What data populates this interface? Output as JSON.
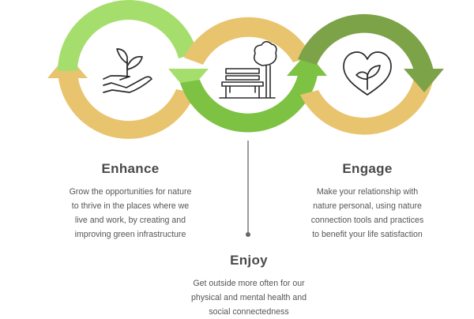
{
  "colors": {
    "yellow": "#E9C46E",
    "light_green": "#A6DE6E",
    "green": "#7DC242",
    "dark_green": "#7DA349",
    "icon": "#2b2b2b",
    "connector": "#666666"
  },
  "icons": [
    "plant-hand-icon",
    "park-bench-tree-icon",
    "heart-leaf-icon"
  ],
  "sections": [
    {
      "title": "Enhance",
      "lines": [
        "Grow the opportunities for nature",
        "to thrive in the places where we",
        "live and work, by creating and",
        "improving green infrastructure"
      ]
    },
    {
      "title": "Engage",
      "lines": [
        "Make your relationship with",
        "nature personal, using nature",
        "connection tools and practices",
        "to benefit your life satisfaction"
      ]
    },
    {
      "title": "Enjoy",
      "lines": [
        "Get outside more often for our",
        "physical and mental health and",
        "social connectedness"
      ]
    }
  ]
}
